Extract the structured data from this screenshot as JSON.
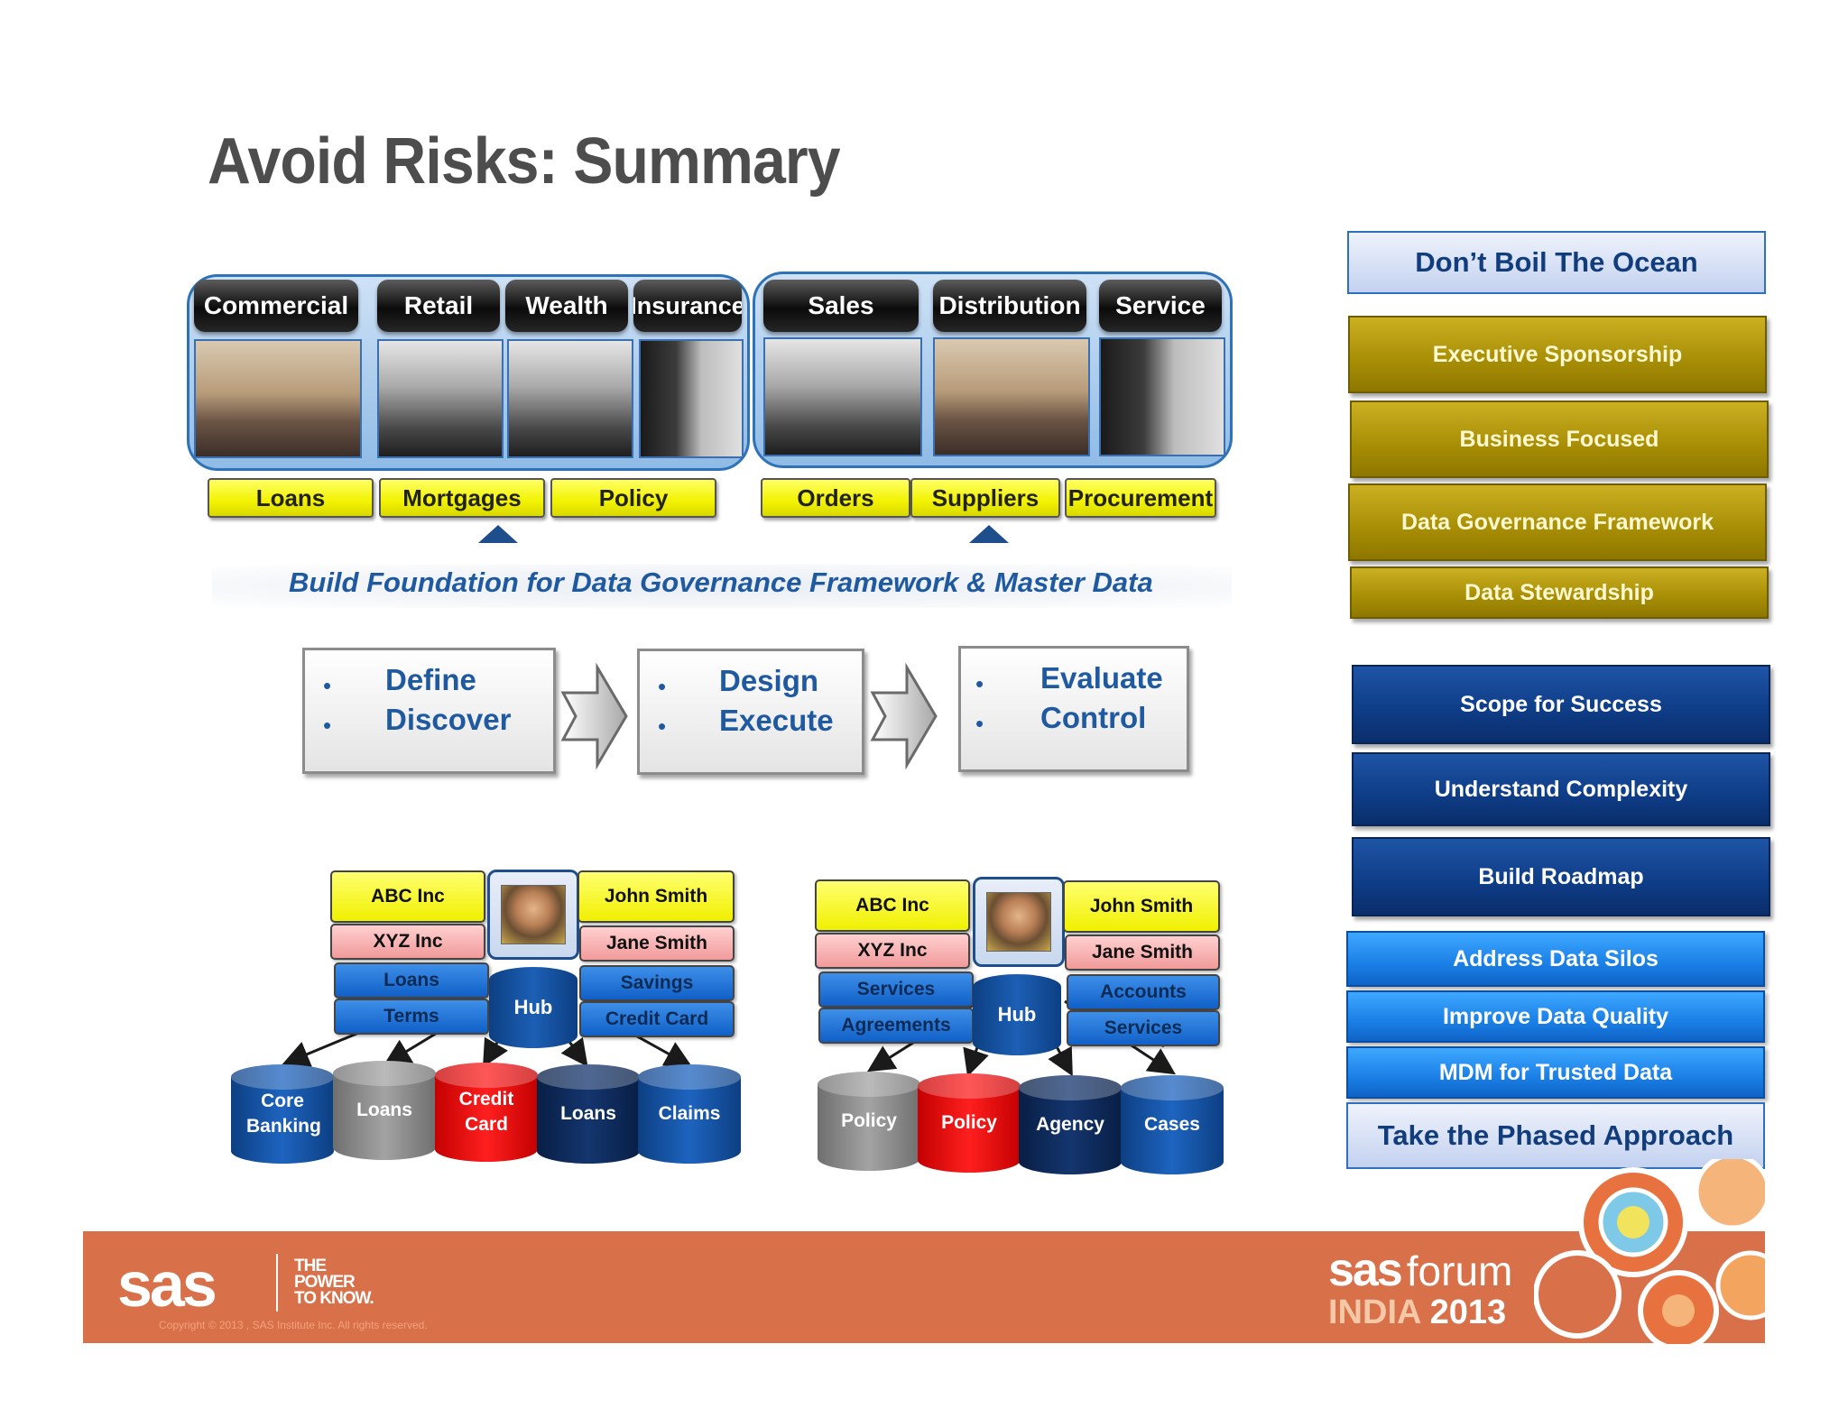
{
  "title": "Avoid Risks: Summary",
  "left_panel": {
    "segments": [
      "Commercial",
      "Retail",
      "Wealth",
      "Insurance"
    ],
    "products": [
      "Loans",
      "Mortgages",
      "Policy"
    ]
  },
  "right_panel": {
    "segments": [
      "Sales",
      "Distribution",
      "Service"
    ],
    "products": [
      "Orders",
      "Suppliers",
      "Procurement"
    ]
  },
  "banner": "Build Foundation for Data Governance Framework & Master Data",
  "process": [
    {
      "lines": [
        "Define",
        "Discover"
      ]
    },
    {
      "lines": [
        "Design",
        "Execute"
      ]
    },
    {
      "lines": [
        "Evaluate",
        "Control"
      ]
    }
  ],
  "hub_left": {
    "org_primary": "ABC Inc",
    "org_secondary": "XYZ Inc",
    "person_primary": "John Smith",
    "person_secondary": "Jane Smith",
    "left_items": [
      "Loans",
      "Terms"
    ],
    "right_items": [
      "Savings",
      "Credit Card"
    ],
    "hub_label": "Hub",
    "sources": [
      "Core Banking",
      "Loans",
      "Credit Card",
      "Loans",
      "Claims"
    ]
  },
  "hub_right": {
    "org_primary": "ABC Inc",
    "org_secondary": "XYZ Inc",
    "person_primary": "John Smith",
    "person_secondary": "Jane Smith",
    "left_items": [
      "Services",
      "Agreements"
    ],
    "right_items": [
      "Accounts",
      "Services"
    ],
    "hub_label": "Hub",
    "sources": [
      "Policy",
      "Policy",
      "Agency",
      "Cases"
    ]
  },
  "right_column": [
    "Don’t Boil The Ocean",
    "Executive Sponsorship",
    "Business Focused",
    "Data Governance Framework",
    "Data Stewardship",
    "Scope for Success",
    "Understand Complexity",
    "Build Roadmap",
    "Address  Data Silos",
    "Improve Data Quality",
    "MDM for Trusted Data",
    "Take the Phased Approach"
  ],
  "footer": {
    "logo": "sas",
    "tagline": [
      "THE",
      "POWER",
      "TO KNOW."
    ],
    "copyright": "Copyright © 2013 , SAS Institute Inc. All rights reserved.",
    "forum_brand": "sas",
    "forum_word": "forum",
    "forum_region": "INDIA",
    "forum_year": "2013"
  },
  "colors": {
    "navy": "#0e3c86",
    "gold": "#a78d05",
    "sky": "#1a7fe6",
    "title_gray": "#4d4d4d",
    "footer_orange": "#d8704a"
  }
}
